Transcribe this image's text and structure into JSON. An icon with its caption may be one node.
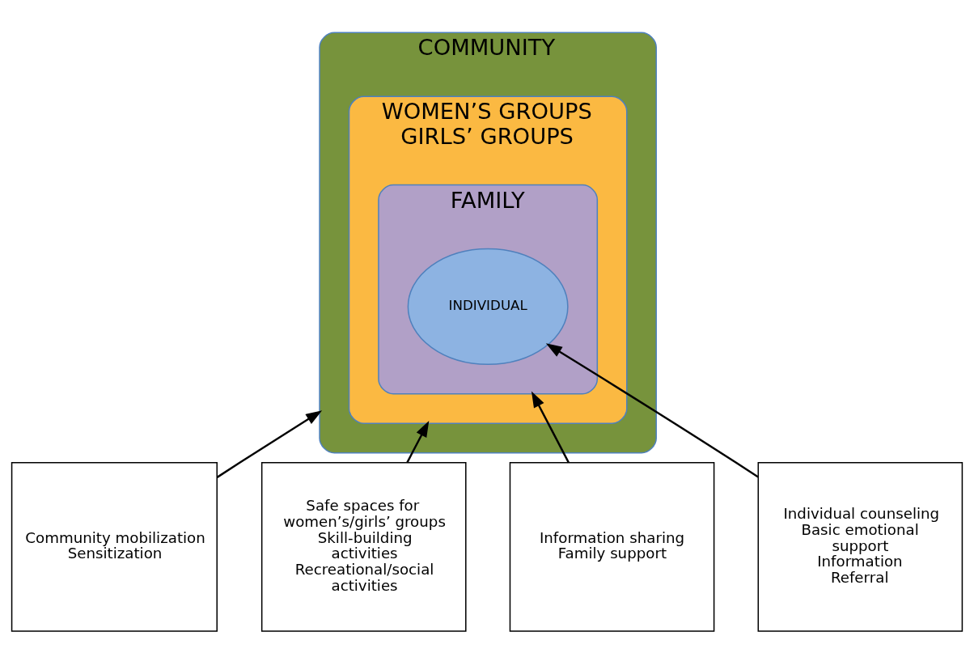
{
  "diagram": {
    "nodes": [
      {
        "text": [
          "COMMUNITY"
        ]
      },
      {
        "text": [
          "WOMEN’S GROUPS",
          "GIRLS’ GROUPS"
        ],
        "in": 0
      },
      {
        "text": [
          "FAMILY"
        ],
        "in": 1
      },
      {
        "text": [
          "INDIVIDUAL"
        ],
        "in": 2
      },
      {
        "text": [
          "Community mobilization",
          "Sensitization"
        ]
      },
      {
        "text": [
          "Safe spaces for women’s/girls’ groups",
          "Skill-building activities",
          "Recreational/social activities"
        ]
      },
      {
        "text": [
          "Information sharing",
          "Family support"
        ]
      },
      {
        "text": [
          "Individual counseling",
          "Basic emotional support",
          "Information",
          "Referral"
        ]
      }
    ],
    "edges": [
      {
        "from": 4,
        "to": 0,
        "arrow": "to"
      },
      {
        "from": 5,
        "to": 1,
        "arrow": "to"
      },
      {
        "from": 6,
        "to": 2,
        "arrow": "to"
      },
      {
        "from": 7,
        "to": 3,
        "arrow": "to"
      }
    ]
  }
}
